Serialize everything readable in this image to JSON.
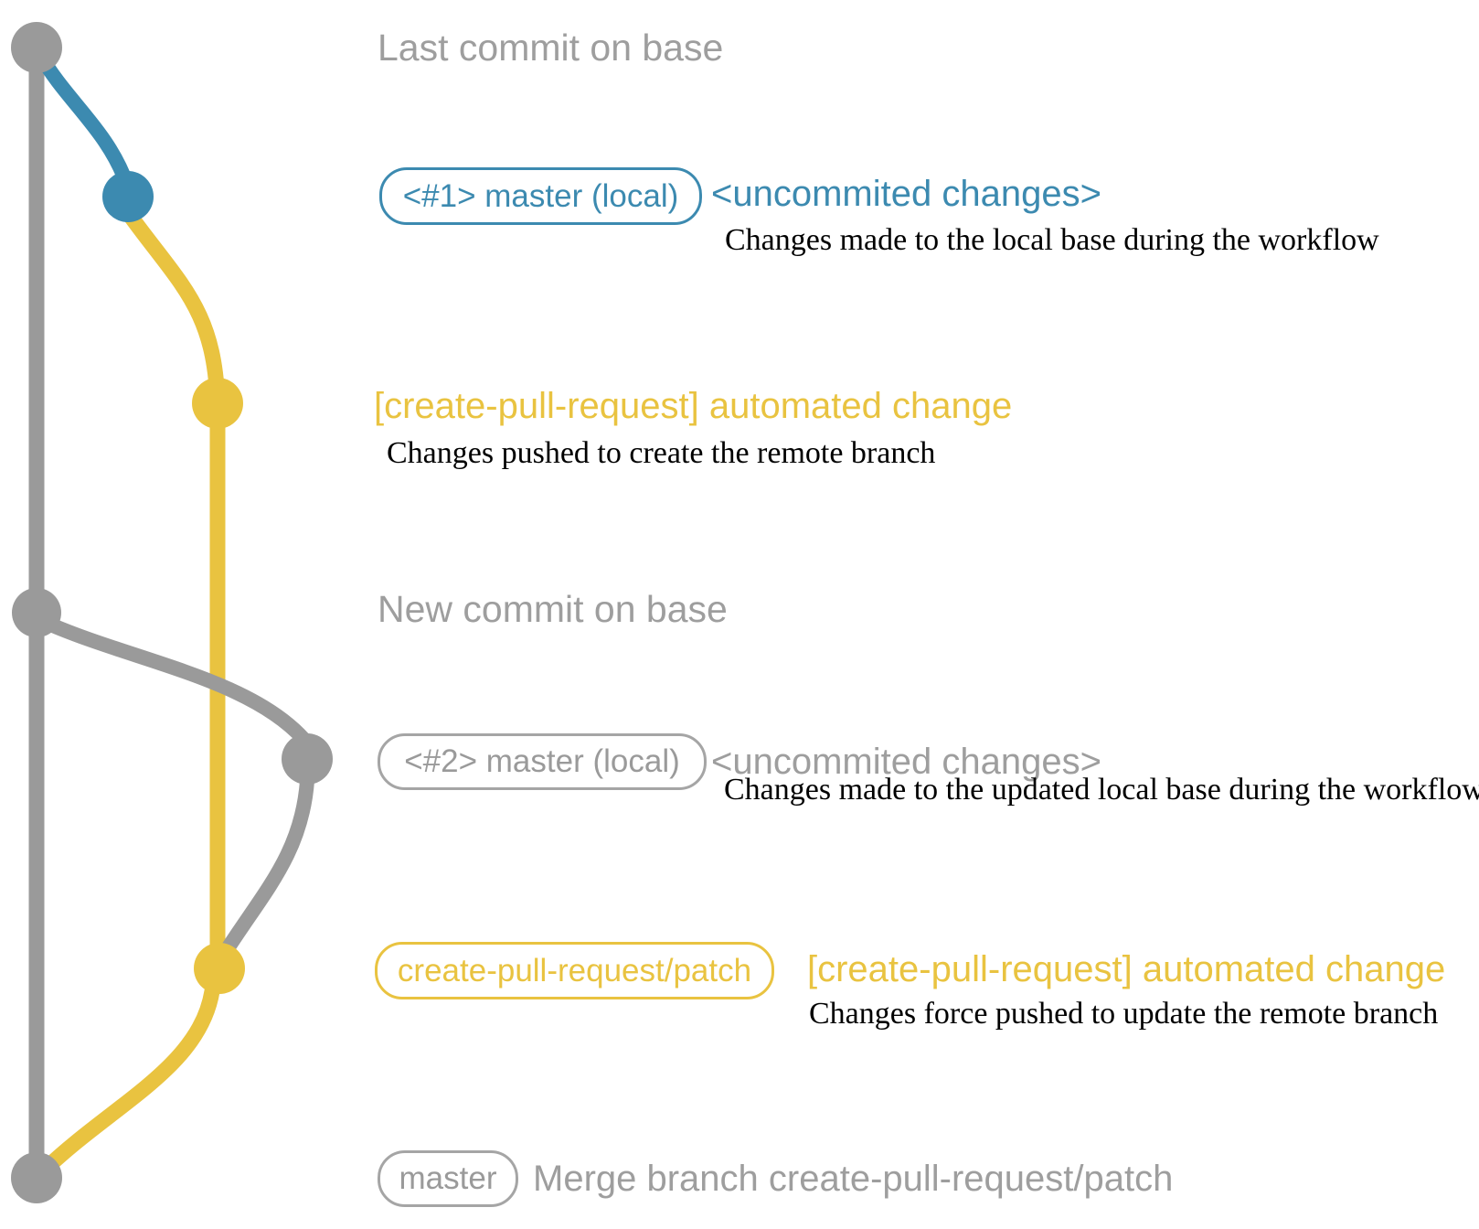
{
  "colors": {
    "base_gray": "#9a9a9a",
    "master_local_blue": "#3c8ab0",
    "patch_yellow": "#e9c340",
    "description_black": "#000000"
  },
  "graph": {
    "type": "git-commit-graph",
    "branches": [
      {
        "name": "base",
        "color": "#9a9a9a"
      },
      {
        "name": "master (local) #1",
        "color": "#3c8ab0"
      },
      {
        "name": "create-pull-request/patch",
        "color": "#e9c340"
      },
      {
        "name": "master (local) #2",
        "color": "#9a9a9a"
      }
    ],
    "commits": [
      {
        "label": "Last commit on base",
        "branch": "base"
      },
      {
        "label": "<#1> master (local) <uncommited changes>",
        "branch": "master (local) #1"
      },
      {
        "label": "[create-pull-request] automated change",
        "branch": "create-pull-request/patch"
      },
      {
        "label": "New commit on base",
        "branch": "base"
      },
      {
        "label": "<#2> master (local) <uncommited changes>",
        "branch": "master (local) #2"
      },
      {
        "label": "[create-pull-request] automated change",
        "branch": "create-pull-request/patch"
      },
      {
        "label": "Merge branch create-pull-request/patch",
        "branch": "base"
      }
    ]
  },
  "annotations": {
    "last_commit_title": "Last commit on base",
    "row1_badge": "<#1> master (local)",
    "row1_tag": "<uncommited changes>",
    "row1_desc": "Changes made to the local base during the workflow",
    "row2_heading": "[create-pull-request] automated change",
    "row2_desc": "Changes pushed to create the remote branch",
    "new_commit_title": "New commit on base",
    "row3_badge": "<#2> master (local)",
    "row3_tag": "<uncommited changes>",
    "row3_desc": "Changes made to the updated local base during the workflow",
    "row4_badge": "create-pull-request/patch",
    "row4_heading": "[create-pull-request] automated change",
    "row4_desc": "Changes force pushed to update the remote branch",
    "row5_badge": "master",
    "row5_message": "Merge branch create-pull-request/patch"
  }
}
